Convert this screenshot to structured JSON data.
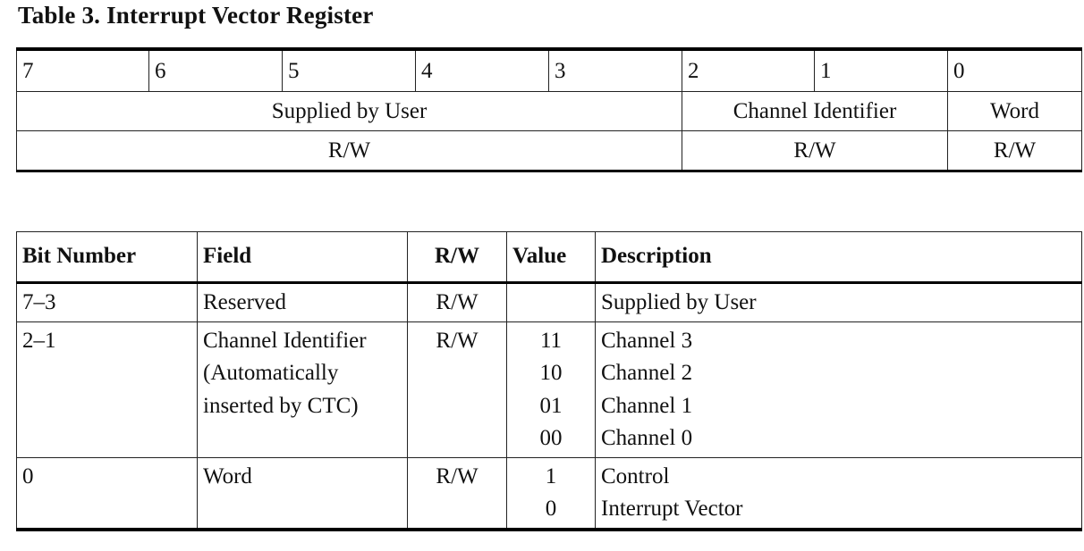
{
  "title": "Table 3. Interrupt Vector Register",
  "register": {
    "bits": [
      "7",
      "6",
      "5",
      "4",
      "3",
      "2",
      "1",
      "0"
    ],
    "fields": [
      {
        "label": "Supplied by User",
        "span": 5
      },
      {
        "label": "Channel Identifier",
        "span": 2
      },
      {
        "label": "Word",
        "span": 1
      }
    ],
    "access": [
      "R/W",
      "R/W",
      "R/W"
    ]
  },
  "bit_table": {
    "headers": {
      "bit_number": "Bit Number",
      "field": "Field",
      "rw": "R/W",
      "value": "Value",
      "description": "Description"
    },
    "rows": [
      {
        "bit": "7–3",
        "field": [
          "Reserved"
        ],
        "rw": "R/W",
        "values": [],
        "descriptions": [
          "Supplied by User"
        ]
      },
      {
        "bit": "2–1",
        "field": [
          "Channel Identifier",
          "(Automatically",
          "inserted by CTC)"
        ],
        "rw": "R/W",
        "values": [
          "11",
          "10",
          "01",
          "00"
        ],
        "descriptions": [
          "Channel 3",
          "Channel 2",
          "Channel 1",
          "Channel 0"
        ]
      },
      {
        "bit": "0",
        "field": [
          "Word"
        ],
        "rw": "R/W",
        "values": [
          "1",
          "0"
        ],
        "descriptions": [
          "Control",
          "Interrupt Vector"
        ]
      }
    ]
  }
}
